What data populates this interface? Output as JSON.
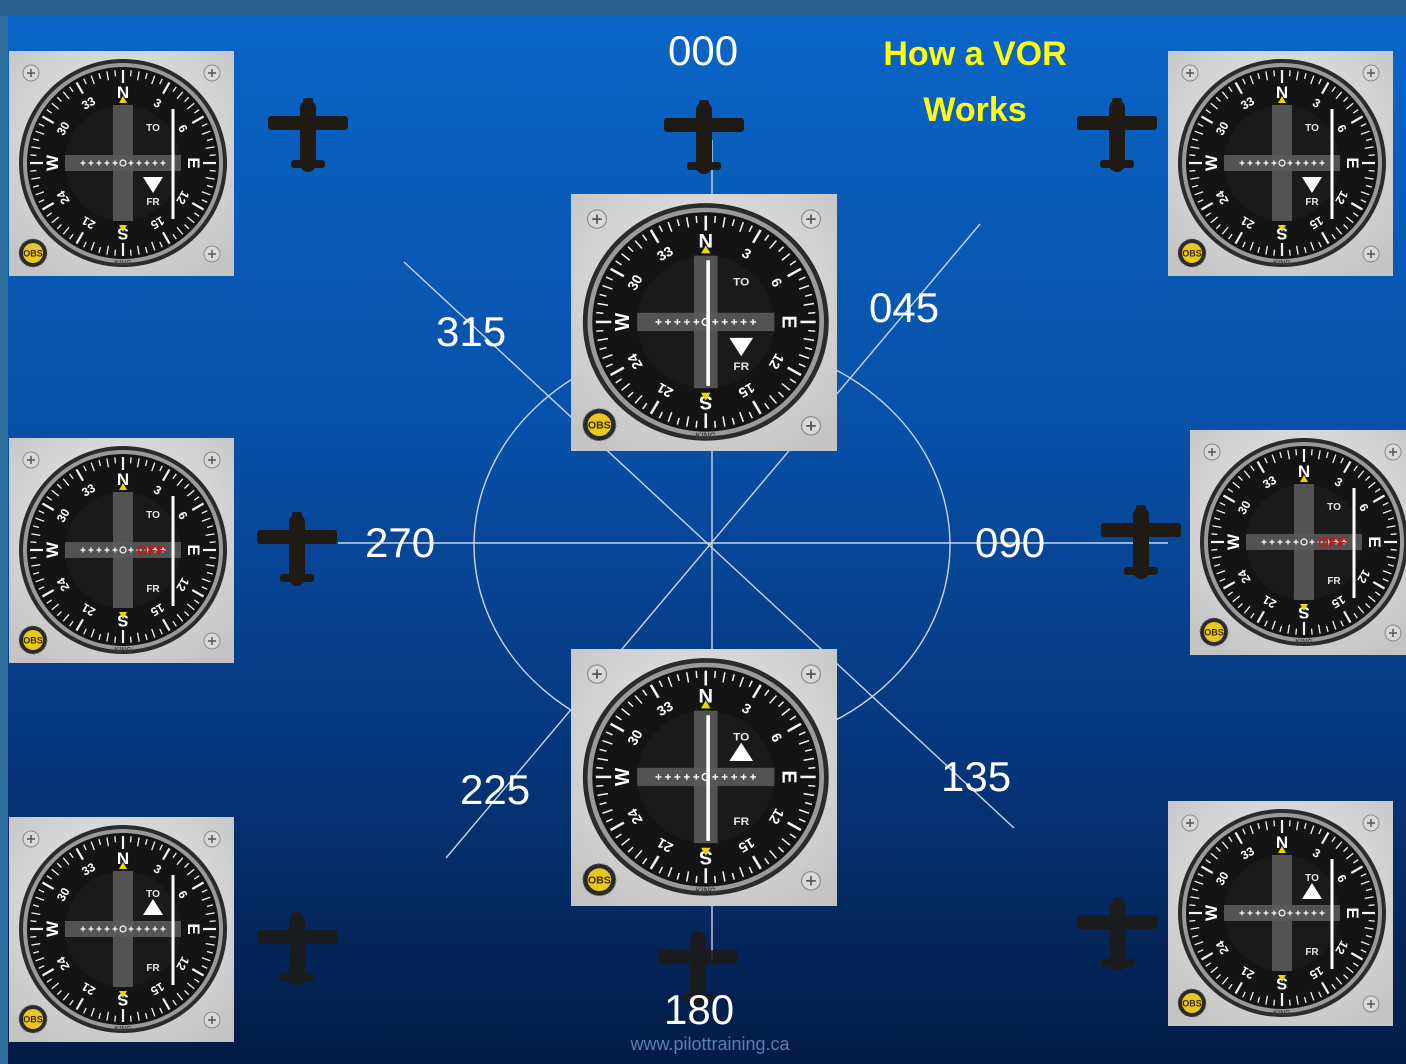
{
  "title": {
    "line1": "How a VOR",
    "line2": "Works"
  },
  "credit": "www.pilottraining.ca",
  "radials": {
    "r000": "000",
    "r045": "045",
    "r090": "090",
    "r135": "135",
    "r180": "180",
    "r225": "225",
    "r270": "270",
    "r315": "315"
  },
  "instrument": {
    "cardinals": [
      "N",
      "3",
      "6",
      "E",
      "12",
      "15",
      "S",
      "21",
      "24",
      "W",
      "30",
      "33"
    ],
    "to": "TO",
    "fr": "FR",
    "obs": "OBS",
    "brand": "KING",
    "off_flag": "OFF"
  },
  "instruments": [
    {
      "id": "center-top",
      "flag": "FR"
    },
    {
      "id": "center-bottom",
      "flag": "TO"
    },
    {
      "id": "top-left",
      "flag": "FR"
    },
    {
      "id": "top-right",
      "flag": "FR"
    },
    {
      "id": "mid-left",
      "flag": "OFF"
    },
    {
      "id": "mid-right",
      "flag": "OFF"
    },
    {
      "id": "bottom-left",
      "flag": "TO"
    },
    {
      "id": "bottom-right",
      "flag": "TO"
    }
  ],
  "colors": {
    "background_top": "#0a66c8",
    "background_bottom": "#031b45",
    "title": "#ffff00",
    "aircraft": "#1f1a14",
    "off_flag": "#d01010",
    "lines": "#dbe6f2"
  }
}
